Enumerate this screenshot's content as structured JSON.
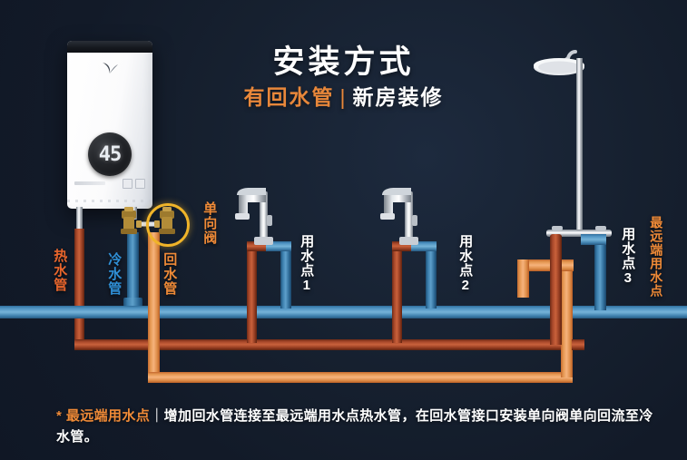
{
  "header": {
    "title": "安装方式",
    "subtitle_highlight": "有回水管",
    "subtitle_separator": "|",
    "subtitle_rest": "新房装修"
  },
  "heater": {
    "display_value": "45",
    "name": "gas-water-heater"
  },
  "labels": {
    "hot_pipe": "热水管",
    "cold_pipe": "冷水管",
    "return_pipe": "回水管",
    "check_valve": "单向阀",
    "outlet_1": "用水点1",
    "outlet_1_text": "用水点",
    "outlet_1_num": "1",
    "outlet_2_text": "用水点",
    "outlet_2_num": "2",
    "outlet_3_text": "用水点",
    "outlet_3_num": "3",
    "farthest_outlet": "最远端用水点"
  },
  "footnote": {
    "asterisk": "*",
    "highlight": "最远端用水点",
    "separator": "｜",
    "body": "增加回水管连接至最远端用水点热水管，在回水管接口安装单向阀单向回流至冷水管。"
  },
  "colors": {
    "background": "#151e2e",
    "accent_orange": "#ef8a37",
    "hot_pipe": "#a8482a",
    "cold_pipe": "#4f93c2",
    "return_pipe": "#e4964f",
    "valve_ring": "#f0b429",
    "text_white": "#ffffff"
  }
}
